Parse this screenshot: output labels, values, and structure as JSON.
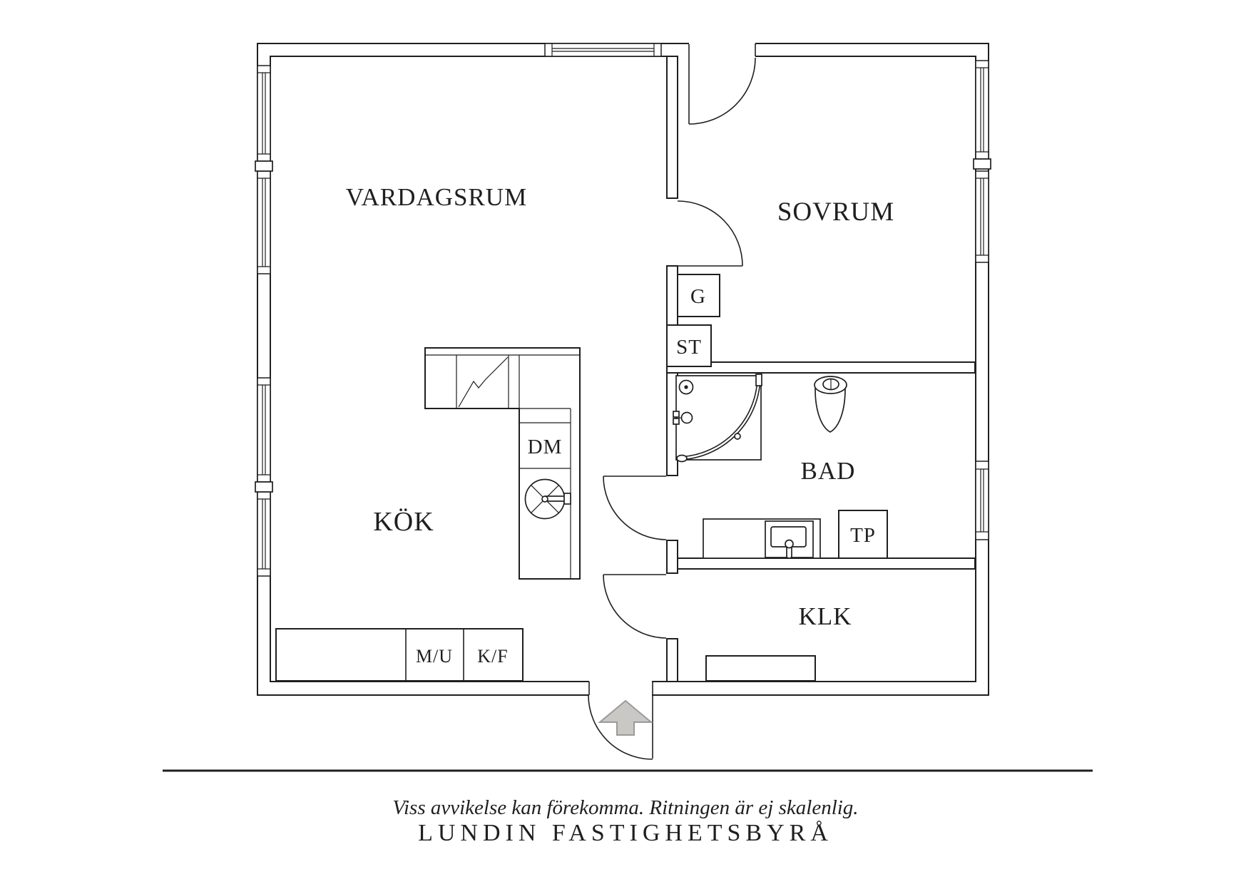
{
  "colors": {
    "line": "#1f1f1f",
    "background": "#ffffff",
    "arrow_fill": "#c9c8c5",
    "arrow_stroke": "#9a9a97"
  },
  "plan": {
    "rooms": {
      "living_room": "VARDAGSRUM",
      "bedroom": "SOVRUM",
      "kitchen": "KÖK",
      "bathroom": "BAD",
      "closet": "KLK"
    },
    "fixture_labels": {
      "g": "G",
      "st": "ST",
      "dm": "DM",
      "tp": "TP",
      "mu": "M/U",
      "kf": "K/F"
    }
  },
  "footer": {
    "disclaimer": "Viss avvikelse kan förekomma. Ritningen är ej skalenlig.",
    "brand": "LUNDIN FASTIGHETSBYRÅ"
  }
}
